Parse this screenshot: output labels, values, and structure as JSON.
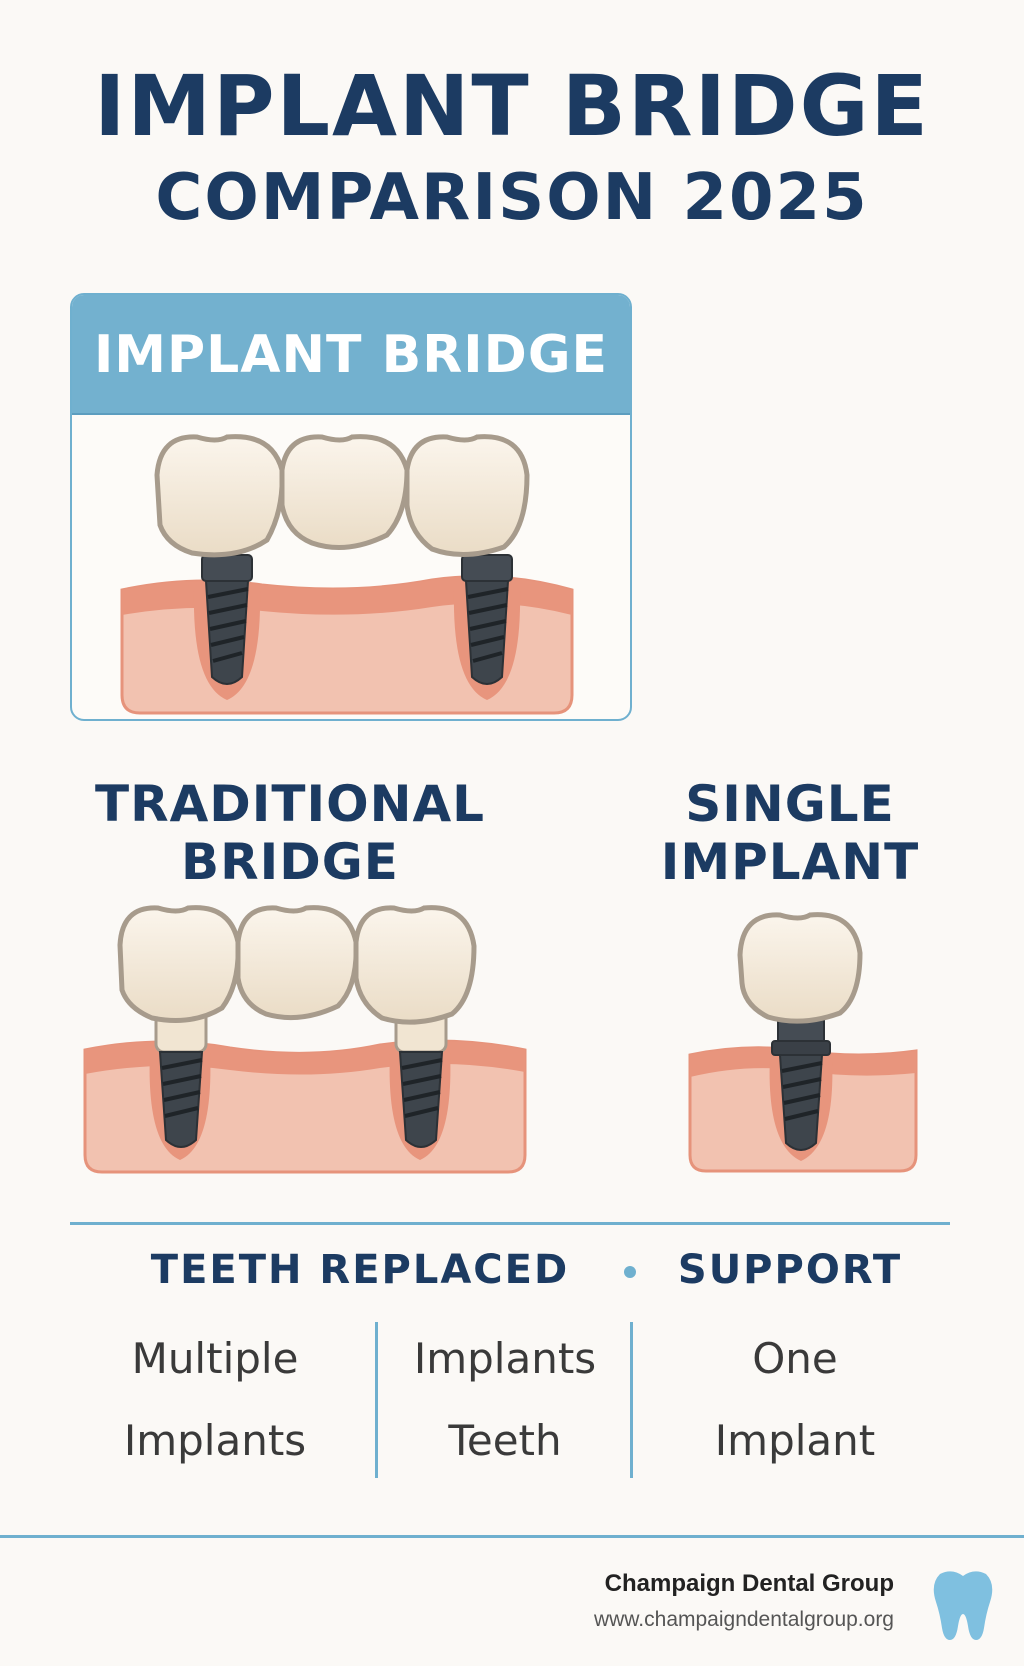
{
  "title": {
    "line1": "IMPLANT BRIDGE",
    "line2": "COMPARISON 2025"
  },
  "featured": {
    "label": "IMPLANT BRIDGE"
  },
  "options": [
    {
      "label_line1": "TRADITIONAL",
      "label_line2": "BRIDGE"
    },
    {
      "label_line1": "SINGLE",
      "label_line2": "IMPLANT"
    }
  ],
  "stats": {
    "header_left": "TEETH REPLACED",
    "header_right": "SUPPORT",
    "columns": [
      {
        "line1": "Multiple",
        "line2": "Implants"
      },
      {
        "line1": "Implants",
        "line2": "Teeth"
      },
      {
        "line1": "One",
        "line2": "Implant"
      }
    ]
  },
  "footer": {
    "name": "Champaign Dental Group",
    "url": "www.champaigndentalgroup.org"
  },
  "colors": {
    "navy": "#1c3b62",
    "accent_blue": "#73b1cf",
    "gum": "#f2c2b0",
    "gum_edge": "#e6937b",
    "crown": "#f3e9da",
    "implant": "#3e454c"
  },
  "icons": [
    "tooth-icon"
  ]
}
